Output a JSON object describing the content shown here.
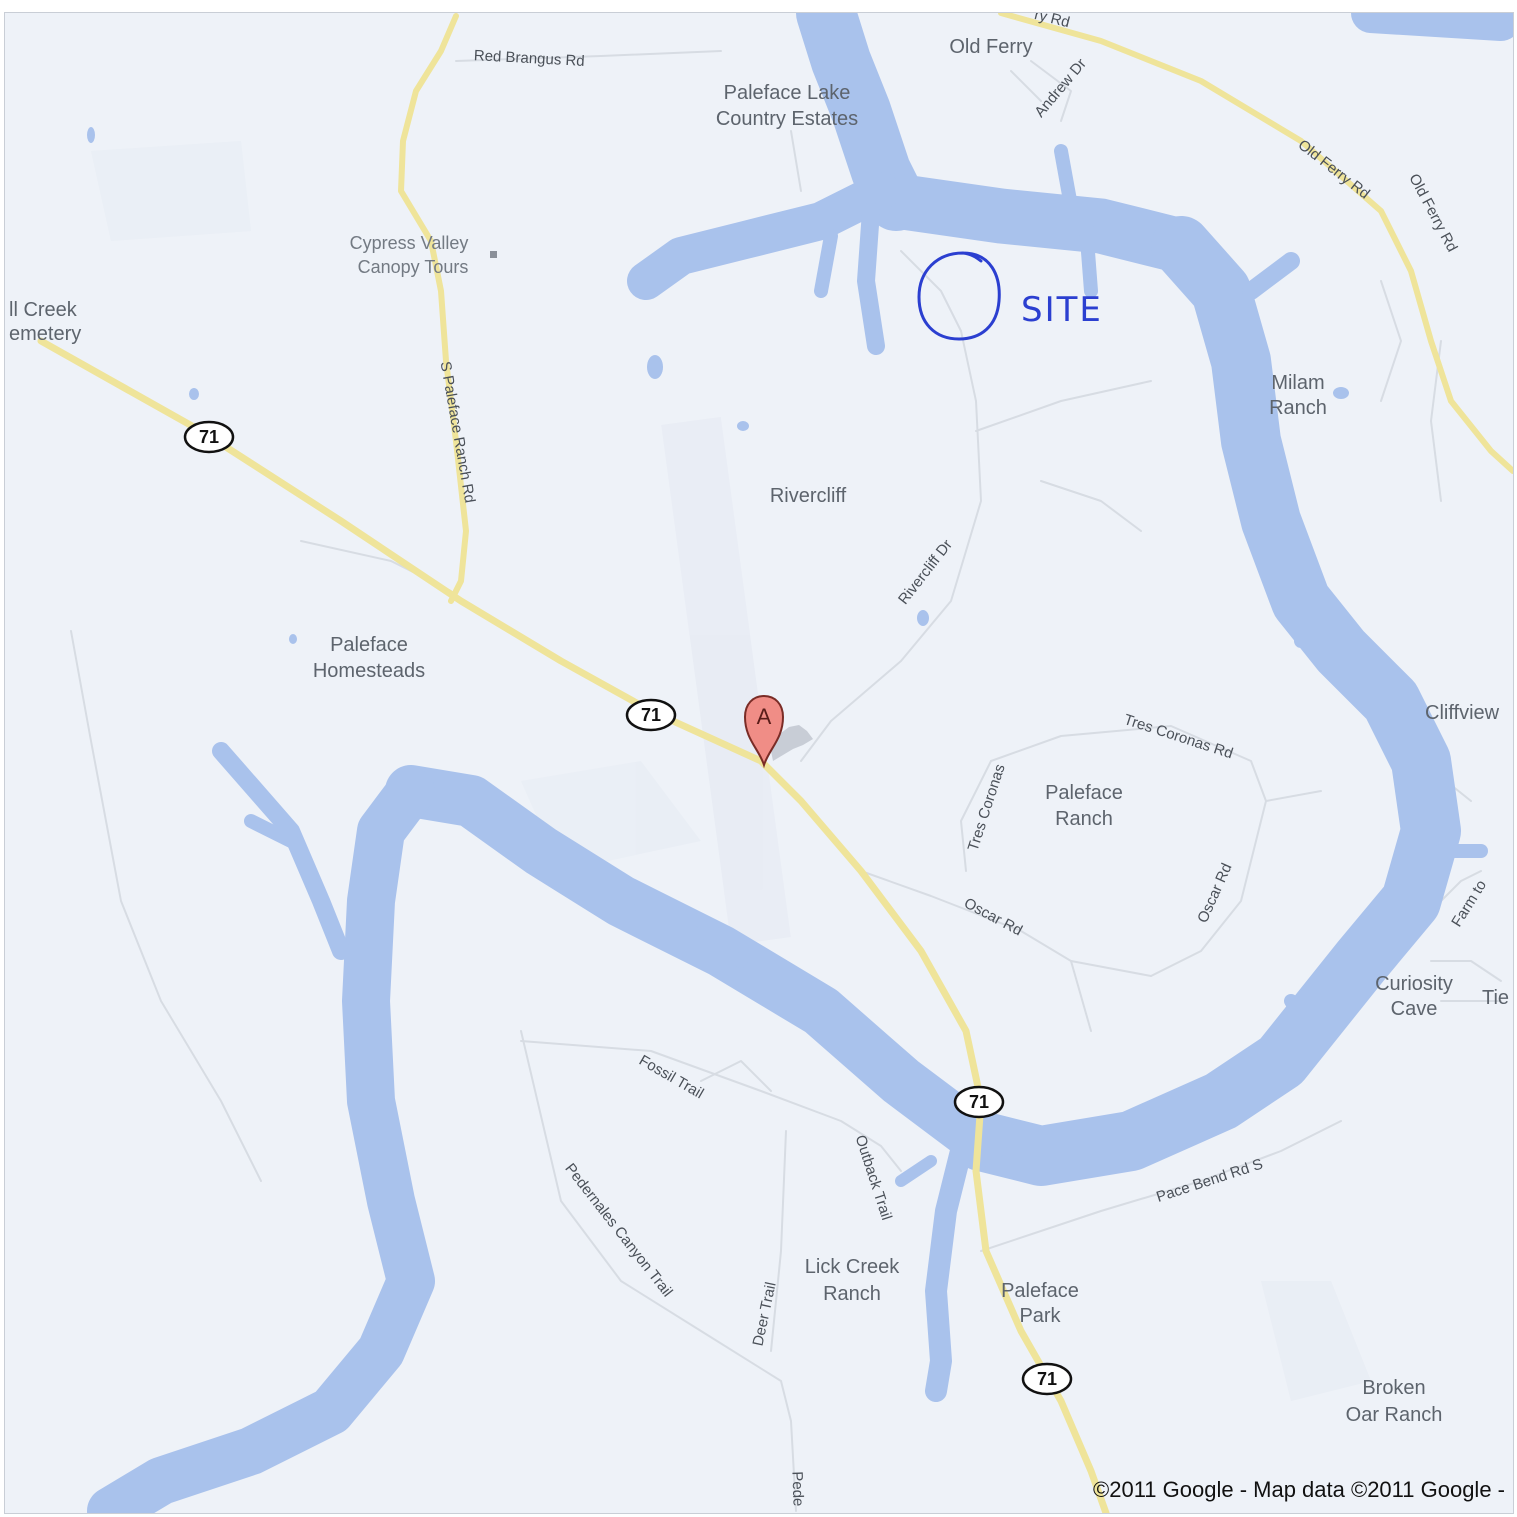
{
  "map": {
    "places": {
      "old_ferry": "Old Ferry",
      "paleface_lake_country_estates_line1": "Paleface Lake",
      "paleface_lake_country_estates_line2": "Country Estates",
      "cypress_valley_line1": "Cypress Valley",
      "cypress_valley_line2": "Canopy Tours",
      "lick_creek_cemetery_line1": "ll Creek",
      "lick_creek_cemetery_line2": "emetery",
      "rivercliff": "Rivercliff",
      "paleface_homesteads_line1": "Paleface",
      "paleface_homesteads_line2": "Homesteads",
      "milam_ranch_line1": "Milam",
      "milam_ranch_line2": "Ranch",
      "cliffview": "Cliffview",
      "paleface_ranch_line1": "Paleface",
      "paleface_ranch_line2": "Ranch",
      "curiosity_cave_line1": "Curiosity",
      "curiosity_cave_line2": "Cave",
      "tie": "Tie",
      "lick_creek_ranch_line1": "Lick Creek",
      "lick_creek_ranch_line2": "Ranch",
      "paleface_park_line1": "Paleface",
      "paleface_park_line2": "Park",
      "broken_oar_ranch_line1": "Broken",
      "broken_oar_ranch_line2": "Oar Ranch"
    },
    "roads": {
      "red_brangus_rd": "Red Brangus Rd",
      "s_paleface_ranch_rd": "S Paleface Ranch Rd",
      "old_ferry_rd_top": "ry Rd",
      "andrew_dr": "Andrew Dr",
      "old_ferry_rd_main": "Old Ferry Rd",
      "old_ferry_rd_side": "Old Ferry Rd",
      "rivercliff_dr": "Rivercliff Dr",
      "tres_coronas_rd": "Tres Coronas Rd",
      "tres_coronas": "Tres Coronas",
      "oscar_rd_left": "Oscar Rd",
      "oscar_rd_right": "Oscar Rd",
      "fossil_trail": "Fossil Trail",
      "outback_trail": "Outback Trail",
      "pedernales_canyon_trail": "Pedernales Canyon Trail",
      "deer_trail": "Deer Trail",
      "pace_bend_rd_s": "Pace Bend Rd S",
      "farm_to": "Farm to",
      "pede": "Pede"
    },
    "highway_shields": [
      "71",
      "71",
      "71",
      "71"
    ],
    "marker": {
      "letter": "A",
      "color": "#f08d86"
    },
    "annotation": {
      "label": "SITE",
      "color": "#2b3fd0"
    },
    "copyright": "©2011 Google - Map data ©2011 Google -",
    "colors": {
      "land": "#eef2f8",
      "water": "#a9c2ec",
      "highway": "#efe49a",
      "minor_road": "#d7dce3"
    },
    "icons": [
      "map-pin-icon",
      "poi-square-icon",
      "hand-drawn-circle-icon"
    ]
  }
}
